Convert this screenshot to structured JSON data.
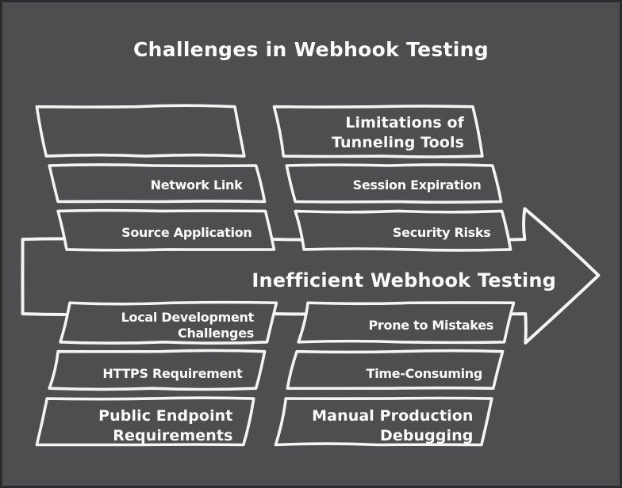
{
  "colors": {
    "background": "#4e4e50",
    "frame": "#2a2c2f",
    "stroke": "#f4f4f4",
    "text": "#fafafa"
  },
  "title": "Challenges in Webhook Testing",
  "arrow": {
    "label": "Inefficient Webhook Testing"
  },
  "boxes": [
    {
      "name": "box-blank-category",
      "label": "",
      "header": false
    },
    {
      "name": "box-network-link",
      "label": "Network Link",
      "header": false
    },
    {
      "name": "box-source-application",
      "label": "Source Application",
      "header": false
    },
    {
      "name": "box-limitations-of-tunneling-tools",
      "label": "Limitations of\nTunneling Tools",
      "header": true
    },
    {
      "name": "box-session-expiration",
      "label": "Session Expiration",
      "header": false
    },
    {
      "name": "box-security-risks",
      "label": "Security Risks",
      "header": false
    },
    {
      "name": "box-local-development-challenges",
      "label": "Local Development\nChallenges",
      "header": false
    },
    {
      "name": "box-https-requirement",
      "label": "HTTPS Requirement",
      "header": false
    },
    {
      "name": "box-public-endpoint-requirements",
      "label": "Public Endpoint\nRequirements",
      "header": true
    },
    {
      "name": "box-prone-to-mistakes",
      "label": "Prone to Mistakes",
      "header": false
    },
    {
      "name": "box-time-consuming",
      "label": "Time-Consuming",
      "header": false
    },
    {
      "name": "box-manual-production-debugging",
      "label": "Manual Production\nDebugging",
      "header": true
    }
  ]
}
